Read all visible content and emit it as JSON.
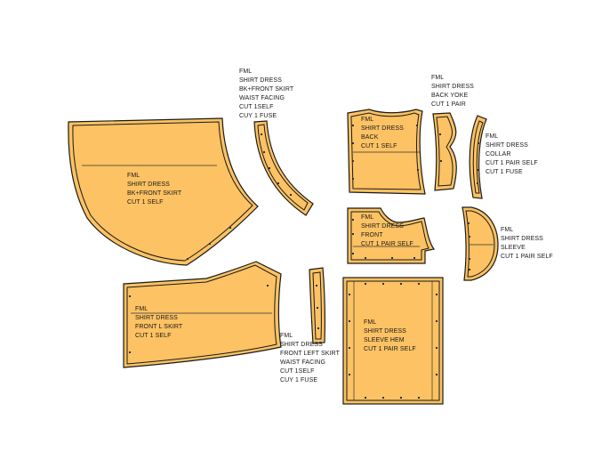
{
  "pieces": [
    {
      "id": "bk-front-skirt",
      "lines": [
        "FML",
        "SHIRT DRESS",
        "BK+FRONT SKIRT",
        "CUT 1 SELF"
      ]
    },
    {
      "id": "bk-front-waist-facing",
      "lines": [
        "FML",
        "SHIRT DRESS",
        "BK+FRONT SKIRT",
        "WAIST FACING",
        "CUT 1SELF",
        "CUY 1 FUSE"
      ]
    },
    {
      "id": "back",
      "lines": [
        "FML",
        "SHIRT DRESS",
        "BACK",
        "CUT 1 SELF"
      ]
    },
    {
      "id": "back-yoke",
      "lines": [
        "FML",
        "SHIRT DRESS",
        "BACK YOKE",
        "CUT 1 PAIR"
      ]
    },
    {
      "id": "collar",
      "lines": [
        "FML",
        "SHIRT DRESS",
        "COLLAR",
        "CUT 1 PAIR SELF",
        "CUT 1 FUSE"
      ]
    },
    {
      "id": "front",
      "lines": [
        "FML",
        "SHIRT DRESS",
        "FRONT",
        "CUT 1 PAIR SELF"
      ]
    },
    {
      "id": "sleeve",
      "lines": [
        "FML",
        "SHIRT DRESS",
        "SLEEVE",
        "CUT 1 PAIR SELF"
      ]
    },
    {
      "id": "front-l-skirt",
      "lines": [
        "FML",
        "SHIRT DRESS",
        "FRONT L SKIRT",
        "CUT 1 SELF"
      ]
    },
    {
      "id": "front-left-waist-facing",
      "lines": [
        "FML",
        "SHIRT DRESS",
        "FRONT LEFT SKIRT",
        "WAIST FACING",
        "CUT 1SELF",
        "CUY 1 FUSE"
      ]
    },
    {
      "id": "sleeve-hem",
      "lines": [
        "FML",
        "SHIRT DRESS",
        "SLEEVE HEM",
        "CUT 1 PAIR SELF"
      ]
    }
  ]
}
